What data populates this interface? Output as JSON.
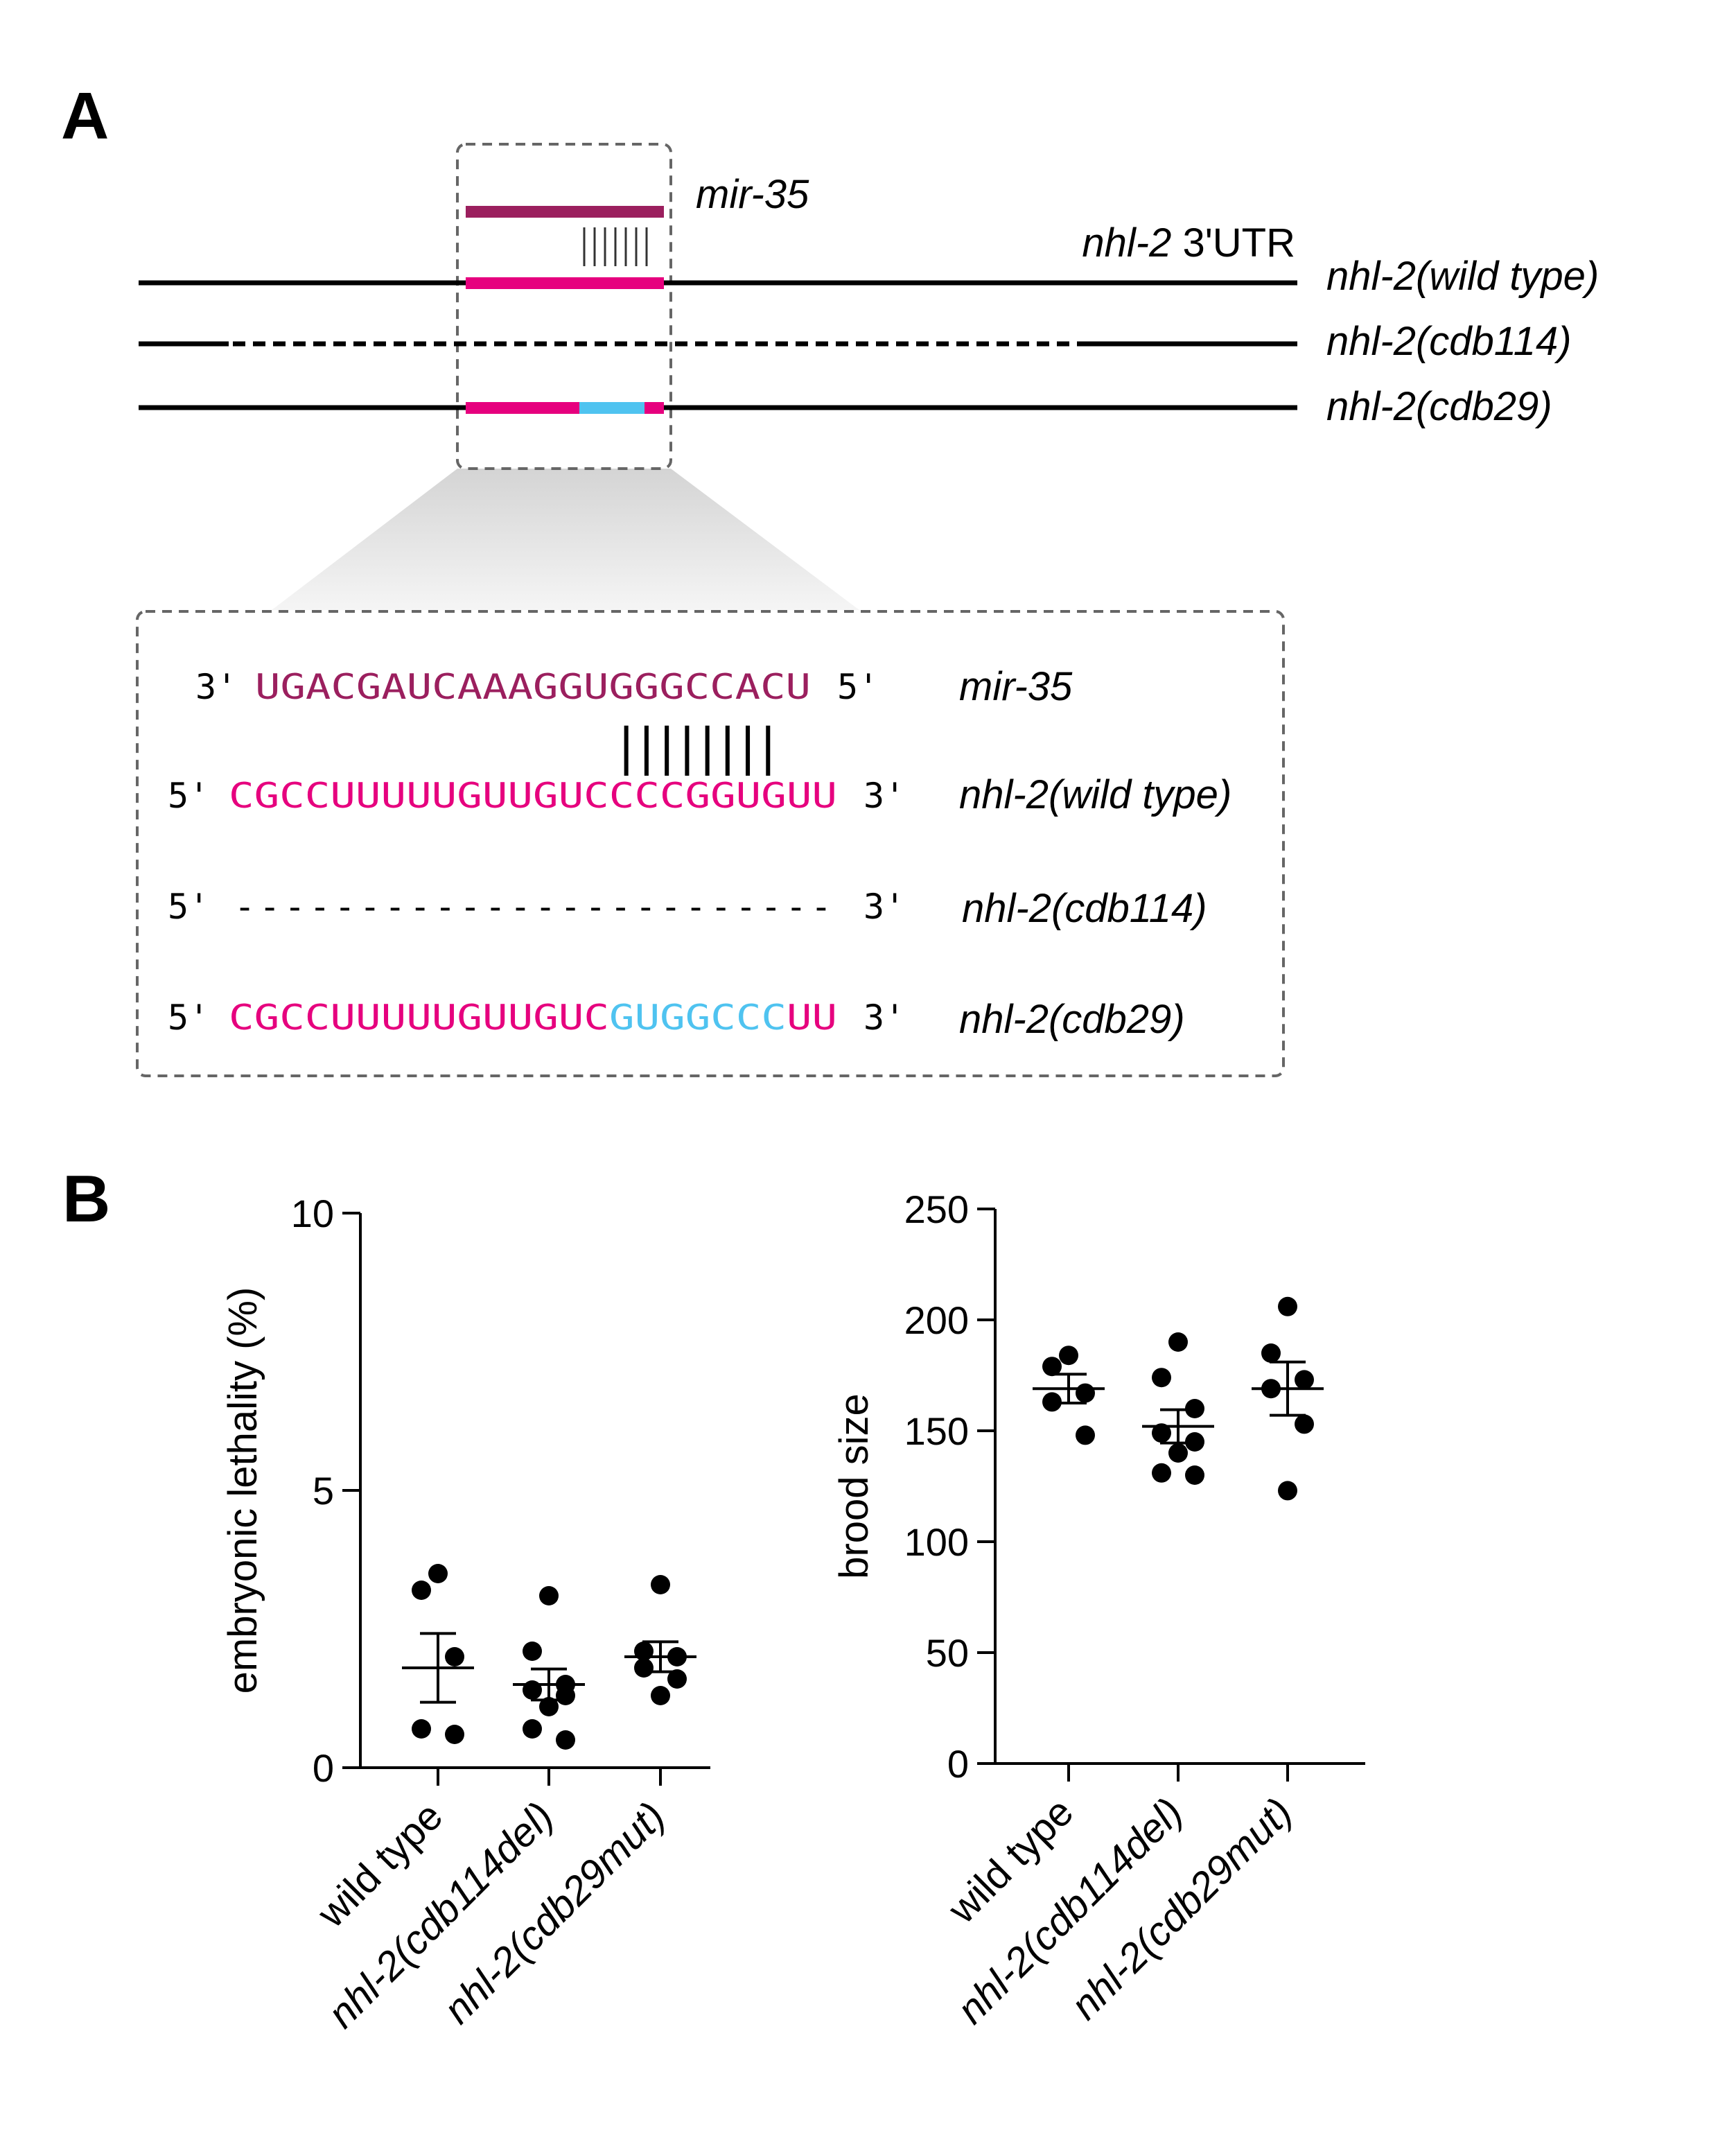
{
  "panel_a": {
    "label": "A",
    "utr_label_italic": "nhl-2",
    "utr_label_rest": "3'UTR",
    "mir_label": "mir-35",
    "strain_labels": [
      "nhl-2(wild type)",
      "nhl-2(cdb114)",
      "nhl-2(cdb29)"
    ],
    "zoom": {
      "mir": {
        "five": "3'",
        "seq": "UGACGAUCAAAGGUGGGCCACU",
        "three": "5'",
        "label": "mir-35"
      },
      "pairing": "||||||||",
      "rows": [
        {
          "five": "5'",
          "seq_magenta": "CGCCUUUUUGUUGUCCCCGGUGUU",
          "seq_cyan": "",
          "seq_tail": "",
          "three": "3'",
          "label": "nhl-2(wild type)"
        },
        {
          "five": "5'",
          "deleted": "- - - - - - - - - - - - - - - - - - - - - - - -",
          "three": "3'",
          "label": "nhl-2(cdb114)"
        },
        {
          "five": "5'",
          "seq_magenta": "CGCCUUUUUGUUGUC",
          "seq_cyan": "GUGGCCC",
          "seq_tail": "UU",
          "three": "3'",
          "label": "nhl-2(cdb29)"
        }
      ]
    },
    "colors": {
      "mir": "#9b1f5e",
      "target": "#e6007e",
      "mutant": "#4fc3f0"
    }
  },
  "panel_b": {
    "label": "B"
  },
  "chart_data": [
    {
      "type": "scatter",
      "ylabel": "embryonic lethality (%)",
      "ylim": [
        0,
        10
      ],
      "yticks": [
        0,
        5,
        10
      ],
      "categories": [
        "wild type",
        "nhl-2(cdb114del)",
        "nhl-2(cdb29mut)"
      ],
      "points": [
        [
          3.5,
          3.2,
          2.0,
          0.7,
          0.6
        ],
        [
          3.1,
          2.1,
          1.5,
          1.4,
          1.3,
          1.1,
          0.7,
          0.5
        ],
        [
          3.3,
          2.1,
          2.0,
          1.8,
          1.6,
          1.3
        ]
      ],
      "mean": [
        1.8,
        1.5,
        2.0
      ],
      "sem": [
        0.62,
        0.28,
        0.27
      ]
    },
    {
      "type": "scatter",
      "ylabel": "brood size",
      "ylim": [
        0,
        250
      ],
      "yticks": [
        0,
        50,
        100,
        150,
        200,
        250
      ],
      "categories": [
        "wild type",
        "nhl-2(cdb114del)",
        "nhl-2(cdb29mut)"
      ],
      "points": [
        [
          184,
          179,
          167,
          163,
          148
        ],
        [
          190,
          174,
          160,
          149,
          145,
          140,
          131,
          130
        ],
        [
          206,
          185,
          173,
          169,
          153,
          123
        ]
      ],
      "mean": [
        169,
        152,
        169
      ],
      "sem": [
        6.5,
        7.5,
        12
      ]
    }
  ]
}
